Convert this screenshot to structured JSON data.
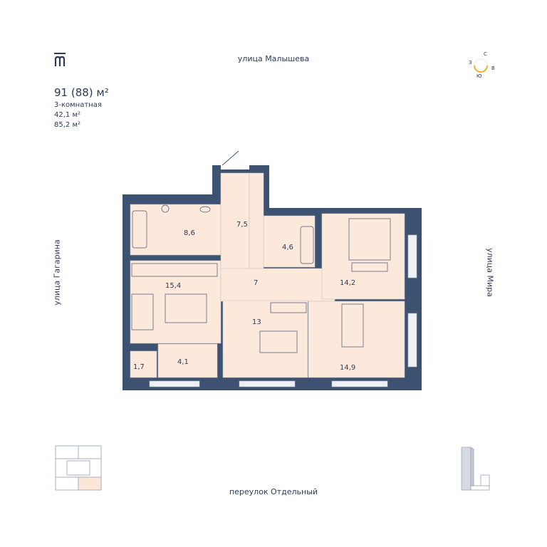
{
  "logo": "m",
  "summary": {
    "total_area": "91 (88) м²",
    "rooms": "3-комнатная",
    "living_area": "42,1 м²",
    "area_2": "85,2 м²"
  },
  "streets": {
    "top": "улица Малышева",
    "left": "улица Гагарина",
    "right": "улица Мира",
    "bottom": "переулок Отдельный"
  },
  "compass": {
    "north": "С",
    "east": "В",
    "south": "Ю",
    "west": "З"
  },
  "rooms": [
    {
      "id": "bathroom",
      "area": "8,6"
    },
    {
      "id": "corridor",
      "area": "7,5"
    },
    {
      "id": "wc",
      "area": "4,6"
    },
    {
      "id": "kitchen-living",
      "area": "15,4"
    },
    {
      "id": "hall",
      "area": "7"
    },
    {
      "id": "bedroom",
      "area": "14,2"
    },
    {
      "id": "room-13",
      "area": "13"
    },
    {
      "id": "room-14-9",
      "area": "14,9"
    },
    {
      "id": "storage",
      "area": "1,7"
    },
    {
      "id": "wardrobe",
      "area": "4,1"
    }
  ],
  "colors": {
    "wall": "#3d5170",
    "room": "#fde9dc",
    "accent": "#f5a623",
    "highlight": "#fde6d6"
  }
}
